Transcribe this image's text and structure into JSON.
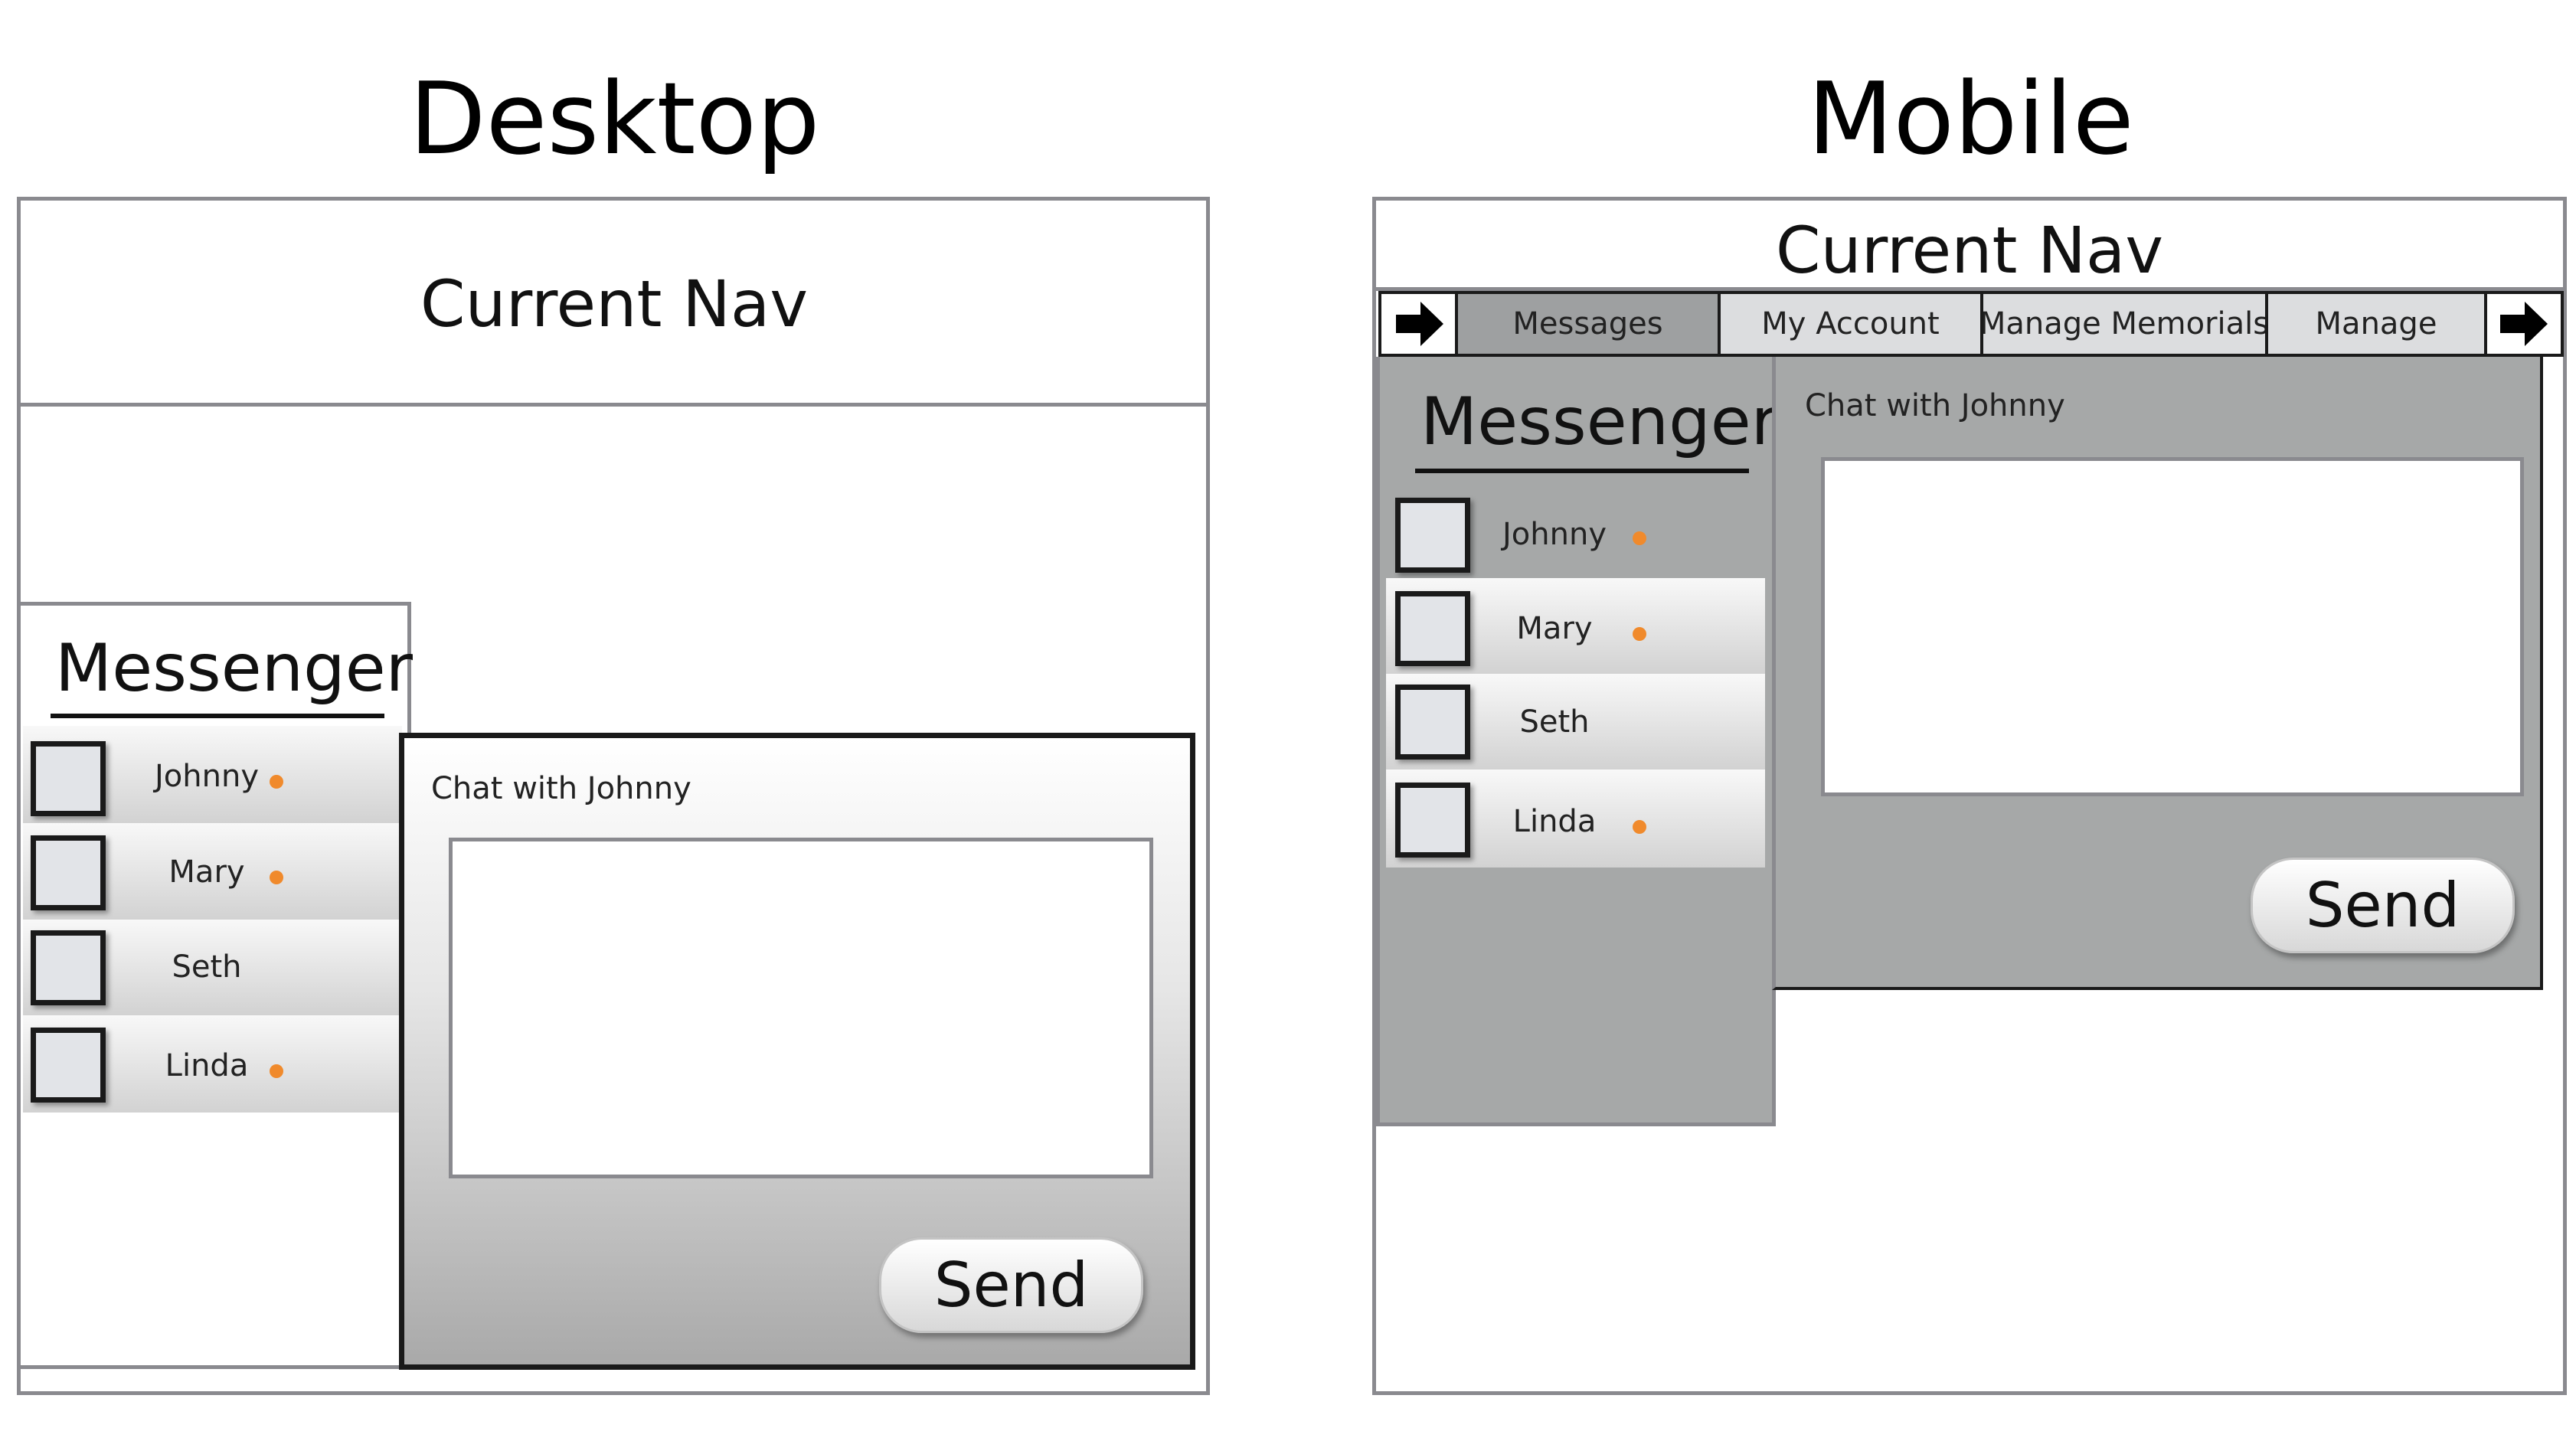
{
  "desktop": {
    "heading": "Desktop",
    "nav_title": "Current Nav",
    "messenger": {
      "title": "Messenger",
      "contacts": [
        {
          "name": "Johnny",
          "online": true
        },
        {
          "name": "Mary",
          "online": true
        },
        {
          "name": "Seth",
          "online": false
        },
        {
          "name": "Linda",
          "online": true
        }
      ]
    },
    "chat": {
      "title": "Chat with Johnny",
      "message_value": "",
      "send_label": "Send"
    }
  },
  "mobile": {
    "heading": "Mobile",
    "nav_title": "Current Nav",
    "tabs": [
      {
        "label": "Messages",
        "active": true
      },
      {
        "label": "My Account",
        "active": false
      },
      {
        "label": "Manage Memorials",
        "active": false
      },
      {
        "label": "Manage",
        "active": false
      }
    ],
    "arrow_icon": "arrow-right-icon",
    "messenger": {
      "title": "Messenger",
      "contacts": [
        {
          "name": "Johnny",
          "online": true
        },
        {
          "name": "Mary",
          "online": true
        },
        {
          "name": "Seth",
          "online": false
        },
        {
          "name": "Linda",
          "online": true
        }
      ]
    },
    "chat": {
      "title": "Chat with Johnny",
      "message_value": "",
      "send_label": "Send"
    }
  },
  "colors": {
    "frame_border": "#8a8a8f",
    "panel_gray": "#a6a8a8",
    "online_dot": "#f08a2c",
    "active_tab": "#9ea0a1"
  }
}
